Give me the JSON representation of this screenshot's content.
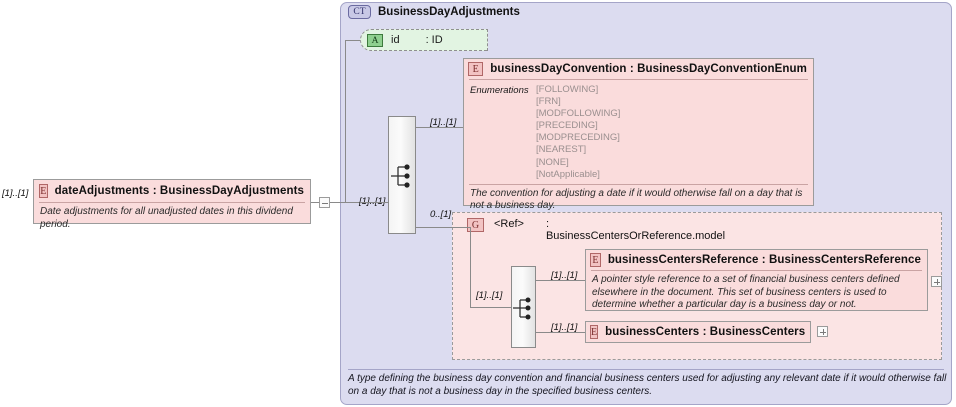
{
  "diagram": {
    "kind": "xsd-schema-diagram",
    "colors": {
      "complex_type_fill": "#dcdcf0",
      "complex_type_border": "#a5a5c8",
      "element_fill": "#fadcdc",
      "element_border": "#9b9b9b",
      "attribute_fill": "#e2f4e2",
      "group_fill": "#fbe4e4",
      "enumeration_text": "#9a8f8f"
    }
  },
  "root_element": {
    "badge": "E",
    "badge_name": "element-badge",
    "label": "dateAdjustments : BusinessDayAdjustments",
    "documentation": "Date adjustments for all unadjusted dates in this dividend period.",
    "cardinality": "[1]..[1]",
    "collapse_toggle": "minus"
  },
  "complex_type": {
    "badge": "CT",
    "badge_name": "complex-type-badge",
    "title": "BusinessDayAdjustments",
    "documentation": "A type defining the business day convention and financial business centers used for adjusting any relevant date if it would otherwise fall on a day that is not a business day in the specified business centers."
  },
  "attribute": {
    "badge": "A",
    "badge_name": "attribute-badge",
    "name": "id",
    "type": ": ID"
  },
  "compositors": {
    "outer": {
      "name": "sequence-compositor-outer",
      "incoming_cardinality": "[1]..[1]"
    },
    "inner": {
      "name": "sequence-compositor-inner",
      "incoming_cardinality": "[1]..[1]"
    }
  },
  "business_day_convention": {
    "badge": "E",
    "label": "businessDayConvention : BusinessDayConventionEnum",
    "cardinality": "[1]..[1]",
    "enumerations_label": "Enumerations",
    "enumerations": [
      "[FOLLOWING]",
      "[FRN]",
      "[MODFOLLOWING]",
      "[PRECEDING]",
      "[MODPRECEDING]",
      "[NEAREST]",
      "[NONE]",
      "[NotApplicable]"
    ],
    "documentation": "The convention for adjusting a date if it would otherwise fall on a day that is not a business day."
  },
  "group_ref": {
    "badge": "G",
    "badge_name": "group-badge",
    "ref_label": "<Ref>",
    "type_label": ": BusinessCentersOrReference.model",
    "cardinality": "0..[1]",
    "expand_toggle": "plus"
  },
  "business_centers_reference": {
    "badge": "E",
    "label": "businessCentersReference : BusinessCentersReference",
    "cardinality": "[1]..[1]",
    "documentation": "A pointer style reference to a set of financial business centers defined elsewhere in the document. This set of business centers is used to determine whether a particular day is a business day or not."
  },
  "business_centers": {
    "badge": "E",
    "label": "businessCenters : BusinessCenters",
    "cardinality": "[1]..[1]",
    "expand_toggle": "plus"
  }
}
